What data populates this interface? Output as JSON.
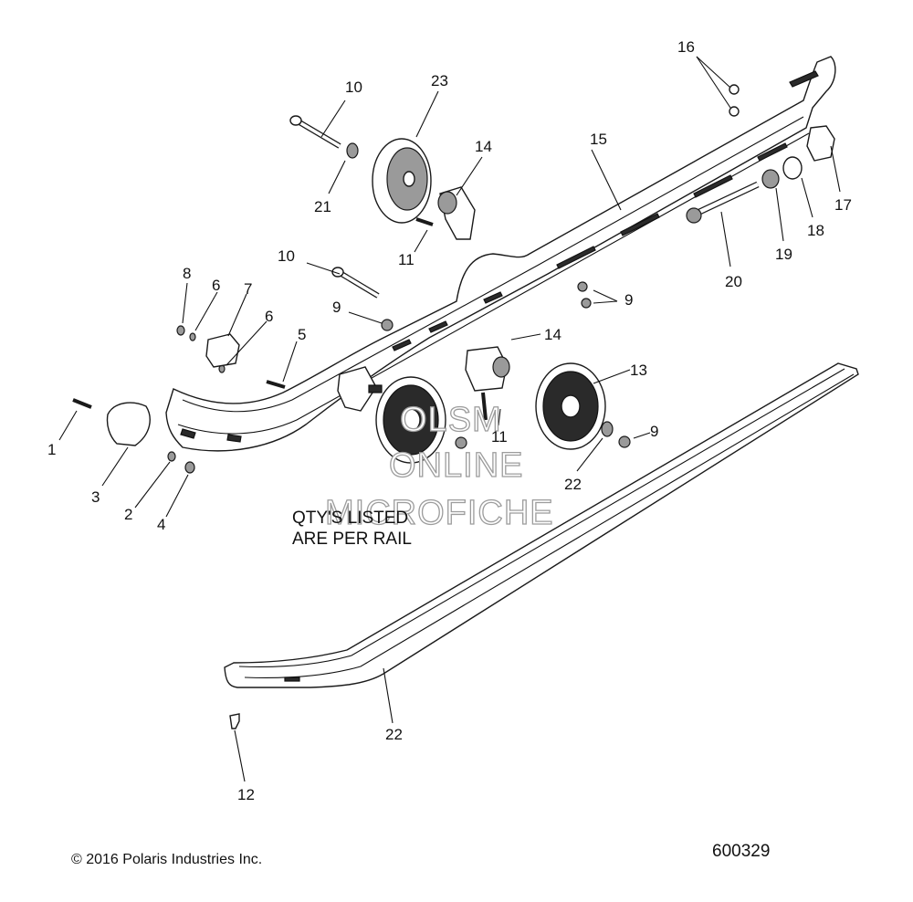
{
  "diagram": {
    "callouts": [
      {
        "id": "c1",
        "label": "1"
      },
      {
        "id": "c2",
        "label": "2"
      },
      {
        "id": "c3",
        "label": "3"
      },
      {
        "id": "c4",
        "label": "4"
      },
      {
        "id": "c5",
        "label": "5"
      },
      {
        "id": "c6a",
        "label": "6"
      },
      {
        "id": "c6b",
        "label": "6"
      },
      {
        "id": "c7",
        "label": "7"
      },
      {
        "id": "c8",
        "label": "8"
      },
      {
        "id": "c9a",
        "label": "9"
      },
      {
        "id": "c9b",
        "label": "9"
      },
      {
        "id": "c9c",
        "label": "9"
      },
      {
        "id": "c10a",
        "label": "10"
      },
      {
        "id": "c10b",
        "label": "10"
      },
      {
        "id": "c11a",
        "label": "11"
      },
      {
        "id": "c11b",
        "label": "11"
      },
      {
        "id": "c12",
        "label": "12"
      },
      {
        "id": "c13",
        "label": "13"
      },
      {
        "id": "c14a",
        "label": "14"
      },
      {
        "id": "c14b",
        "label": "14"
      },
      {
        "id": "c15",
        "label": "15"
      },
      {
        "id": "c16",
        "label": "16"
      },
      {
        "id": "c17",
        "label": "17"
      },
      {
        "id": "c18",
        "label": "18"
      },
      {
        "id": "c19",
        "label": "19"
      },
      {
        "id": "c20",
        "label": "20"
      },
      {
        "id": "c21",
        "label": "21"
      },
      {
        "id": "c22a",
        "label": "22"
      },
      {
        "id": "c22b",
        "label": "22"
      },
      {
        "id": "c23",
        "label": "23"
      }
    ],
    "note_line1": "QTY'S LISTED",
    "note_line2": "ARE PER RAIL",
    "watermark_line1": "OLSM",
    "watermark_line2": "ONLINE",
    "watermark_line3": "MICROFICHE",
    "copyright": "© 2016 Polaris Industries Inc.",
    "figure_number": "600329"
  }
}
